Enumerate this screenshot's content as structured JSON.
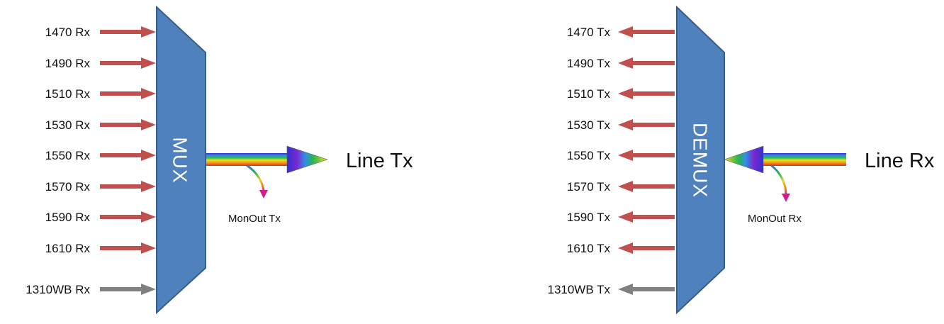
{
  "colors": {
    "block_fill": "#4F81BD",
    "block_stroke": "#385D8A",
    "channel_arrow": "#C0504D",
    "wideband_arrow": "#808080",
    "block_label": "#FFFFFF"
  },
  "mux": {
    "label": "MUX",
    "channels": [
      {
        "label": "1470 Rx",
        "kind": "channel"
      },
      {
        "label": "1490 Rx",
        "kind": "channel"
      },
      {
        "label": "1510 Rx",
        "kind": "channel"
      },
      {
        "label": "1530 Rx",
        "kind": "channel"
      },
      {
        "label": "1550 Rx",
        "kind": "channel"
      },
      {
        "label": "1570 Rx",
        "kind": "channel"
      },
      {
        "label": "1590 Rx",
        "kind": "channel"
      },
      {
        "label": "1610 Rx",
        "kind": "channel"
      },
      {
        "label": "1310WB Rx",
        "kind": "wideband"
      }
    ],
    "line_label": "Line Tx",
    "monitor_label": "MonOut Tx"
  },
  "demux": {
    "label": "DEMUX",
    "channels": [
      {
        "label": "1470 Tx",
        "kind": "channel"
      },
      {
        "label": "1490 Tx",
        "kind": "channel"
      },
      {
        "label": "1510 Tx",
        "kind": "channel"
      },
      {
        "label": "1530 Tx",
        "kind": "channel"
      },
      {
        "label": "1550 Tx",
        "kind": "channel"
      },
      {
        "label": "1570 Tx",
        "kind": "channel"
      },
      {
        "label": "1590 Tx",
        "kind": "channel"
      },
      {
        "label": "1610 Tx",
        "kind": "channel"
      },
      {
        "label": "1310WB Tx",
        "kind": "wideband"
      }
    ],
    "line_label": "Line Rx",
    "monitor_label": "MonOut Rx"
  }
}
